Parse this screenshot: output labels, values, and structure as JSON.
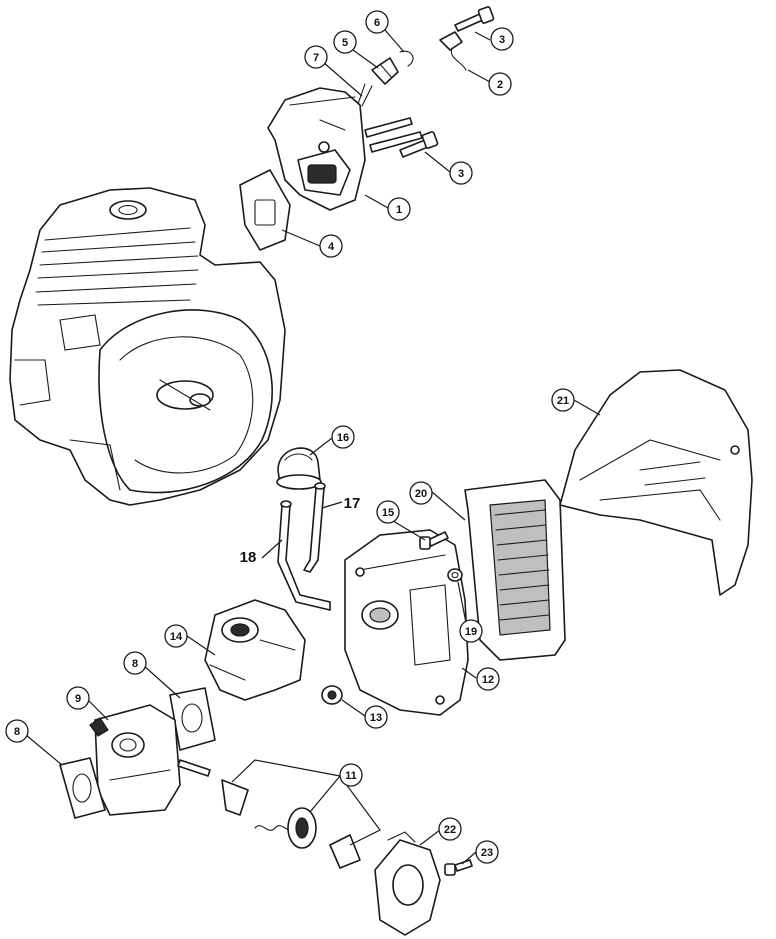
{
  "callouts": {
    "c1": "1",
    "c2": "2",
    "c3a": "3",
    "c3b": "3",
    "c4": "4",
    "c5": "5",
    "c6": "6",
    "c7": "7",
    "c8a": "8",
    "c8b": "8",
    "c9": "9",
    "c11": "11",
    "c12": "12",
    "c13": "13",
    "c14": "14",
    "c15": "15",
    "c16": "16",
    "c17": "17",
    "c18": "18",
    "c19": "19",
    "c20": "20",
    "c21": "21",
    "c22": "22",
    "c23": "23"
  }
}
